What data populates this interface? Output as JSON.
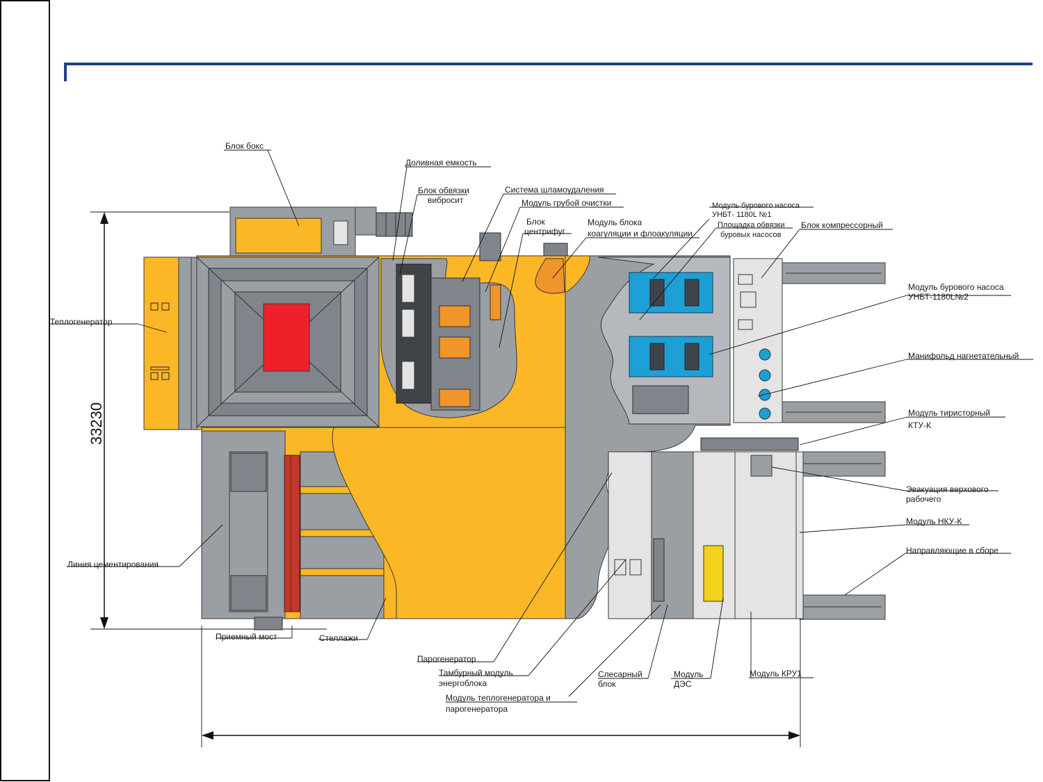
{
  "colors": {
    "accent_line": "#1f3f8f",
    "orange": "#fbb726",
    "grey": "#9a9fa4",
    "red": "#ee2029",
    "blue": "#1e9fd6",
    "dark_orange": "#f0952a",
    "light": "#e4e4e4"
  },
  "dimensions": {
    "height_label": "33230"
  },
  "labels": {
    "blok_boks": "Блок бокс",
    "dolivnaya": "Доливная емкость",
    "obvyazki_1": "Блок обвязки",
    "obvyazki_2": "вибросит",
    "shlam": "Система шламоудаления",
    "grubaya": "Модуль грубой очистки",
    "centr_1": "Блок",
    "centr_2": "центрифуг",
    "koag_1": "Модуль блока",
    "koag_2": "коагуляции и флоакуляции",
    "nasos1_1": "Модуль бурового насоса",
    "nasos1_2": "УНБТ- 1180L №1",
    "ploshadka_1": "Площадка обвязки",
    "ploshadka_2": "буровых насосов",
    "kompressor": "Блок компрессорный",
    "nasos2_1": "Модуль бурового насоса",
    "nasos2_2": "УНБТ-1180L№2",
    "manifold": "Манифольд нагнетательный",
    "tiristor_1": "Модуль тиристорный",
    "tiristor_2": "КТУ-К",
    "evakuaciya_1": "Эвакуация верхового",
    "evakuaciya_2": "рабочего",
    "nku": "Модуль НКУ-К",
    "napravl": "Направляющие в сборе",
    "teplogen": "Теплогенератор",
    "cement": "Линия цементирования",
    "priem": "Приемный мост",
    "stellazhi": "Стеллажи",
    "parogen": "Парогенератор",
    "tambur_1": "Тамбурный модуль",
    "tambur_2": "энергоблока",
    "teplopar_1": "Модуль теплогенератора и",
    "teplopar_2": "парогенератора",
    "slesar_1": "Слесарный",
    "slesar_2": "блок",
    "des_1": "Модуль",
    "des_2": "ДЭС",
    "kru": "Модуль КРУ1"
  }
}
